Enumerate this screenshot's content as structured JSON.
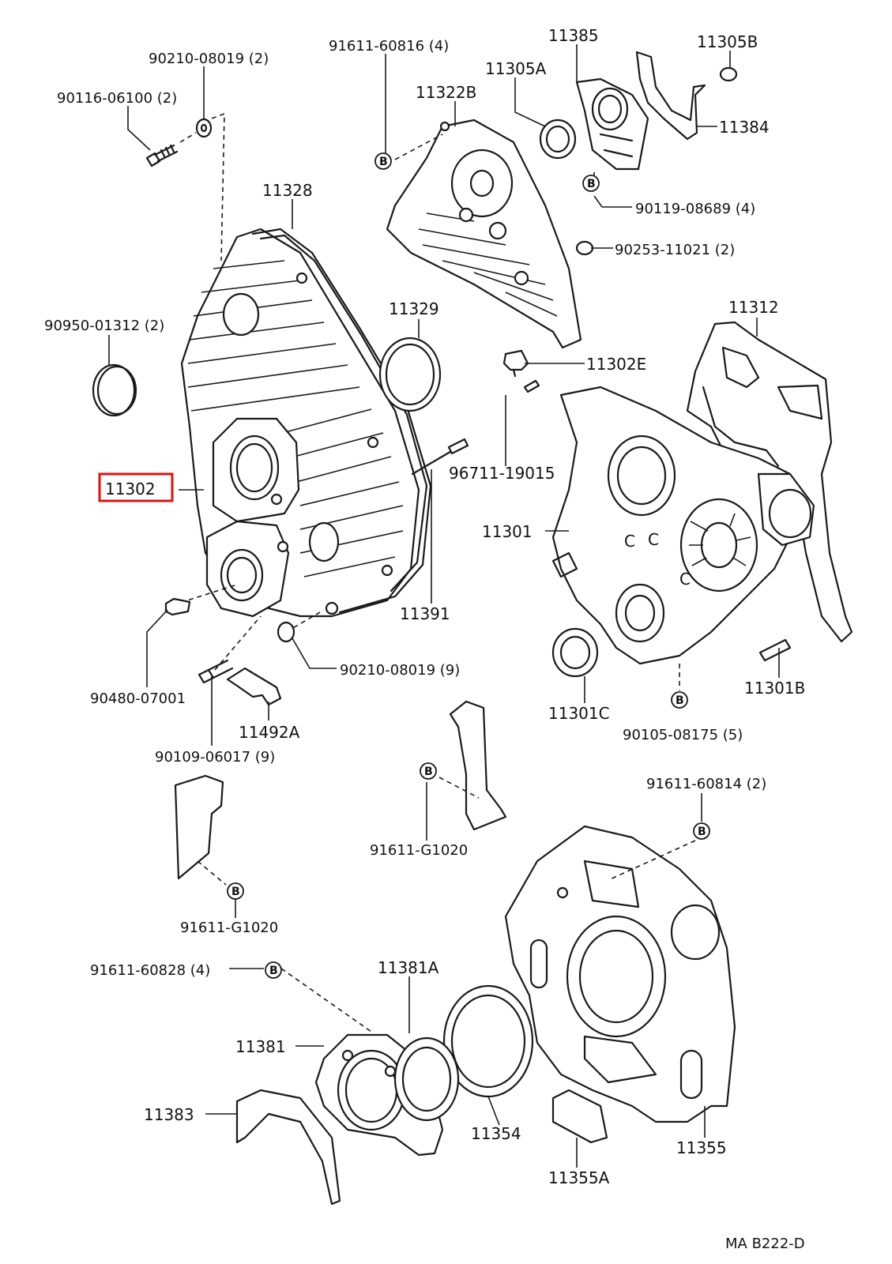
{
  "labels": {
    "p90210_08019_2": "90210-08019 (2)",
    "p90116_06100_2": "90116-06100 (2)",
    "p91611_60816_4": "91611-60816 (4)",
    "p11385": "11385",
    "p11305B": "11305B",
    "p11305A": "11305A",
    "p11322B": "11322B",
    "p11384": "11384",
    "p90119_08689_4": "90119-08689 (4)",
    "p11328": "11328",
    "p90253_11021_2": "90253-11021 (2)",
    "p90950_01312_2": "90950-01312 (2)",
    "p11329": "11329",
    "p11312": "11312",
    "p11302E": "11302E",
    "p11302": "11302",
    "p96711_19015": "96711-19015",
    "p11301": "11301",
    "p11391": "11391",
    "p90210_08019_9": "90210-08019 (9)",
    "p90480_07001": "90480-07001",
    "p11301C": "11301C",
    "p11301B": "11301B",
    "p11492A": "11492A",
    "p90105_08175_5": "90105-08175 (5)",
    "p90109_06017_9": "90109-06017 (9)",
    "p91611_60814_2": "91611-60814 (2)",
    "p91611_G1020_a": "91611-G1020",
    "p91611_G1020_b": "91611-G1020",
    "p91611_60828_4": "91611-60828 (4)",
    "p11381A": "11381A",
    "p11381": "11381",
    "p11383": "11383",
    "p11354": "11354",
    "p11355": "11355",
    "p11355A": "11355A",
    "diagram_code": "MA  B222-D"
  },
  "marker_letter": "B",
  "highlighted_part": "11302",
  "highlight_color": "#e01010"
}
